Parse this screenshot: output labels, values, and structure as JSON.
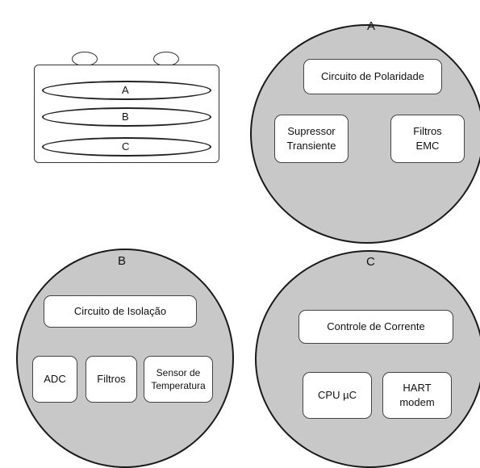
{
  "enclosure": {
    "layers": [
      "A",
      "B",
      "C"
    ]
  },
  "modules": {
    "A": {
      "label": "A",
      "top_block": "Circuito de Polaridade",
      "blocks": [
        {
          "lines": [
            "Supressor",
            "Transiente"
          ]
        },
        {
          "lines": [
            "Filtros",
            "EMC"
          ]
        }
      ]
    },
    "B": {
      "label": "B",
      "top_block": "Circuito de Isolação",
      "blocks": [
        {
          "lines": [
            "ADC"
          ]
        },
        {
          "lines": [
            "Filtros"
          ]
        },
        {
          "lines": [
            "Sensor de",
            "Temperatura"
          ]
        }
      ]
    },
    "C": {
      "label": "C",
      "top_block": "Controle de Corrente",
      "blocks": [
        {
          "lines": [
            "CPU µC"
          ]
        },
        {
          "lines": [
            "HART",
            "modem"
          ]
        }
      ]
    }
  }
}
